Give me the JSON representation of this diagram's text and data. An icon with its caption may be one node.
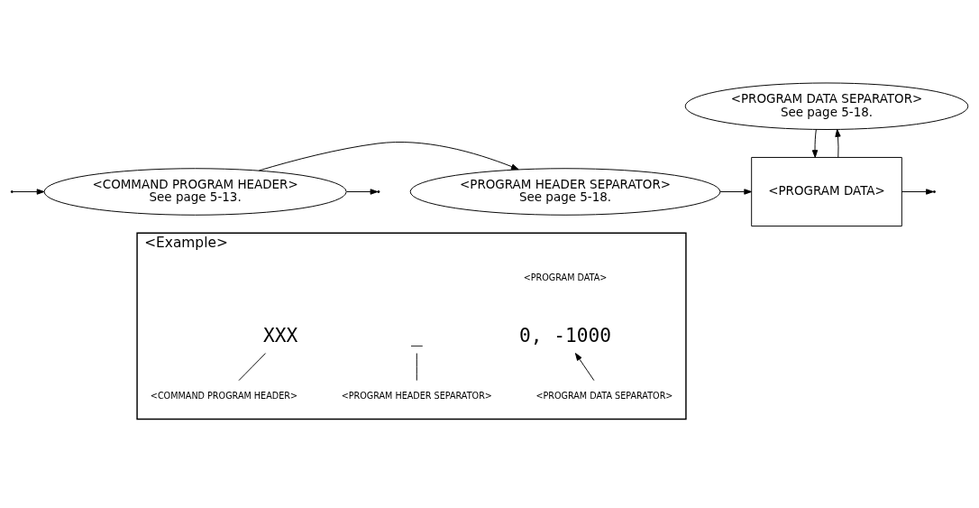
{
  "diagram": {
    "nodes": [
      {
        "text": [
          "<COMMAND PROGRAM HEADER>",
          "See page 5-13."
        ]
      },
      {
        "text": [
          "<PROGRAM HEADER SEPARATOR>",
          "See page 5-18."
        ]
      },
      {
        "text": [
          "<PROGRAM DATA>"
        ]
      },
      {
        "text": [
          "<PROGRAM DATA SEPARATOR>",
          "See page 5-18."
        ]
      },
      {
        "text": [
          "<Example>"
        ]
      },
      {
        "text": [
          "XXX"
        ],
        "in": 4
      },
      {
        "text": [
          "_"
        ],
        "in": 4
      },
      {
        "text": [
          "0, -1000"
        ],
        "in": 4
      },
      {
        "text": [
          "<COMMAND PROGRAM HEADER>"
        ],
        "in": 4
      },
      {
        "text": [
          "<PROGRAM HEADER SEPARATOR>"
        ],
        "in": 4
      },
      {
        "text": [
          "<PROGRAM DATA SEPARATOR>"
        ],
        "in": 4
      }
    ],
    "edges": [
      {
        "from": null,
        "to": 0,
        "arrow": "to"
      },
      {
        "from": 0,
        "to": 1,
        "arrow": "to"
      },
      {
        "from": 1,
        "to": 2,
        "arrow": "to"
      },
      {
        "from": 2,
        "to": 3,
        "arrow": "to"
      },
      {
        "from": 3,
        "to": 2,
        "arrow": "to"
      },
      {
        "from": 2,
        "to": null,
        "arrow": "to"
      },
      {
        "from": 0,
        "to": null,
        "arrow": "to"
      },
      {
        "from": 8,
        "to": 5,
        "arrow": "none"
      },
      {
        "from": 9,
        "to": 6,
        "arrow": "none"
      },
      {
        "from": 10,
        "to": 7,
        "arrow": "to"
      }
    ],
    "labels": [
      "<PROGRAM DATA>"
    ]
  }
}
